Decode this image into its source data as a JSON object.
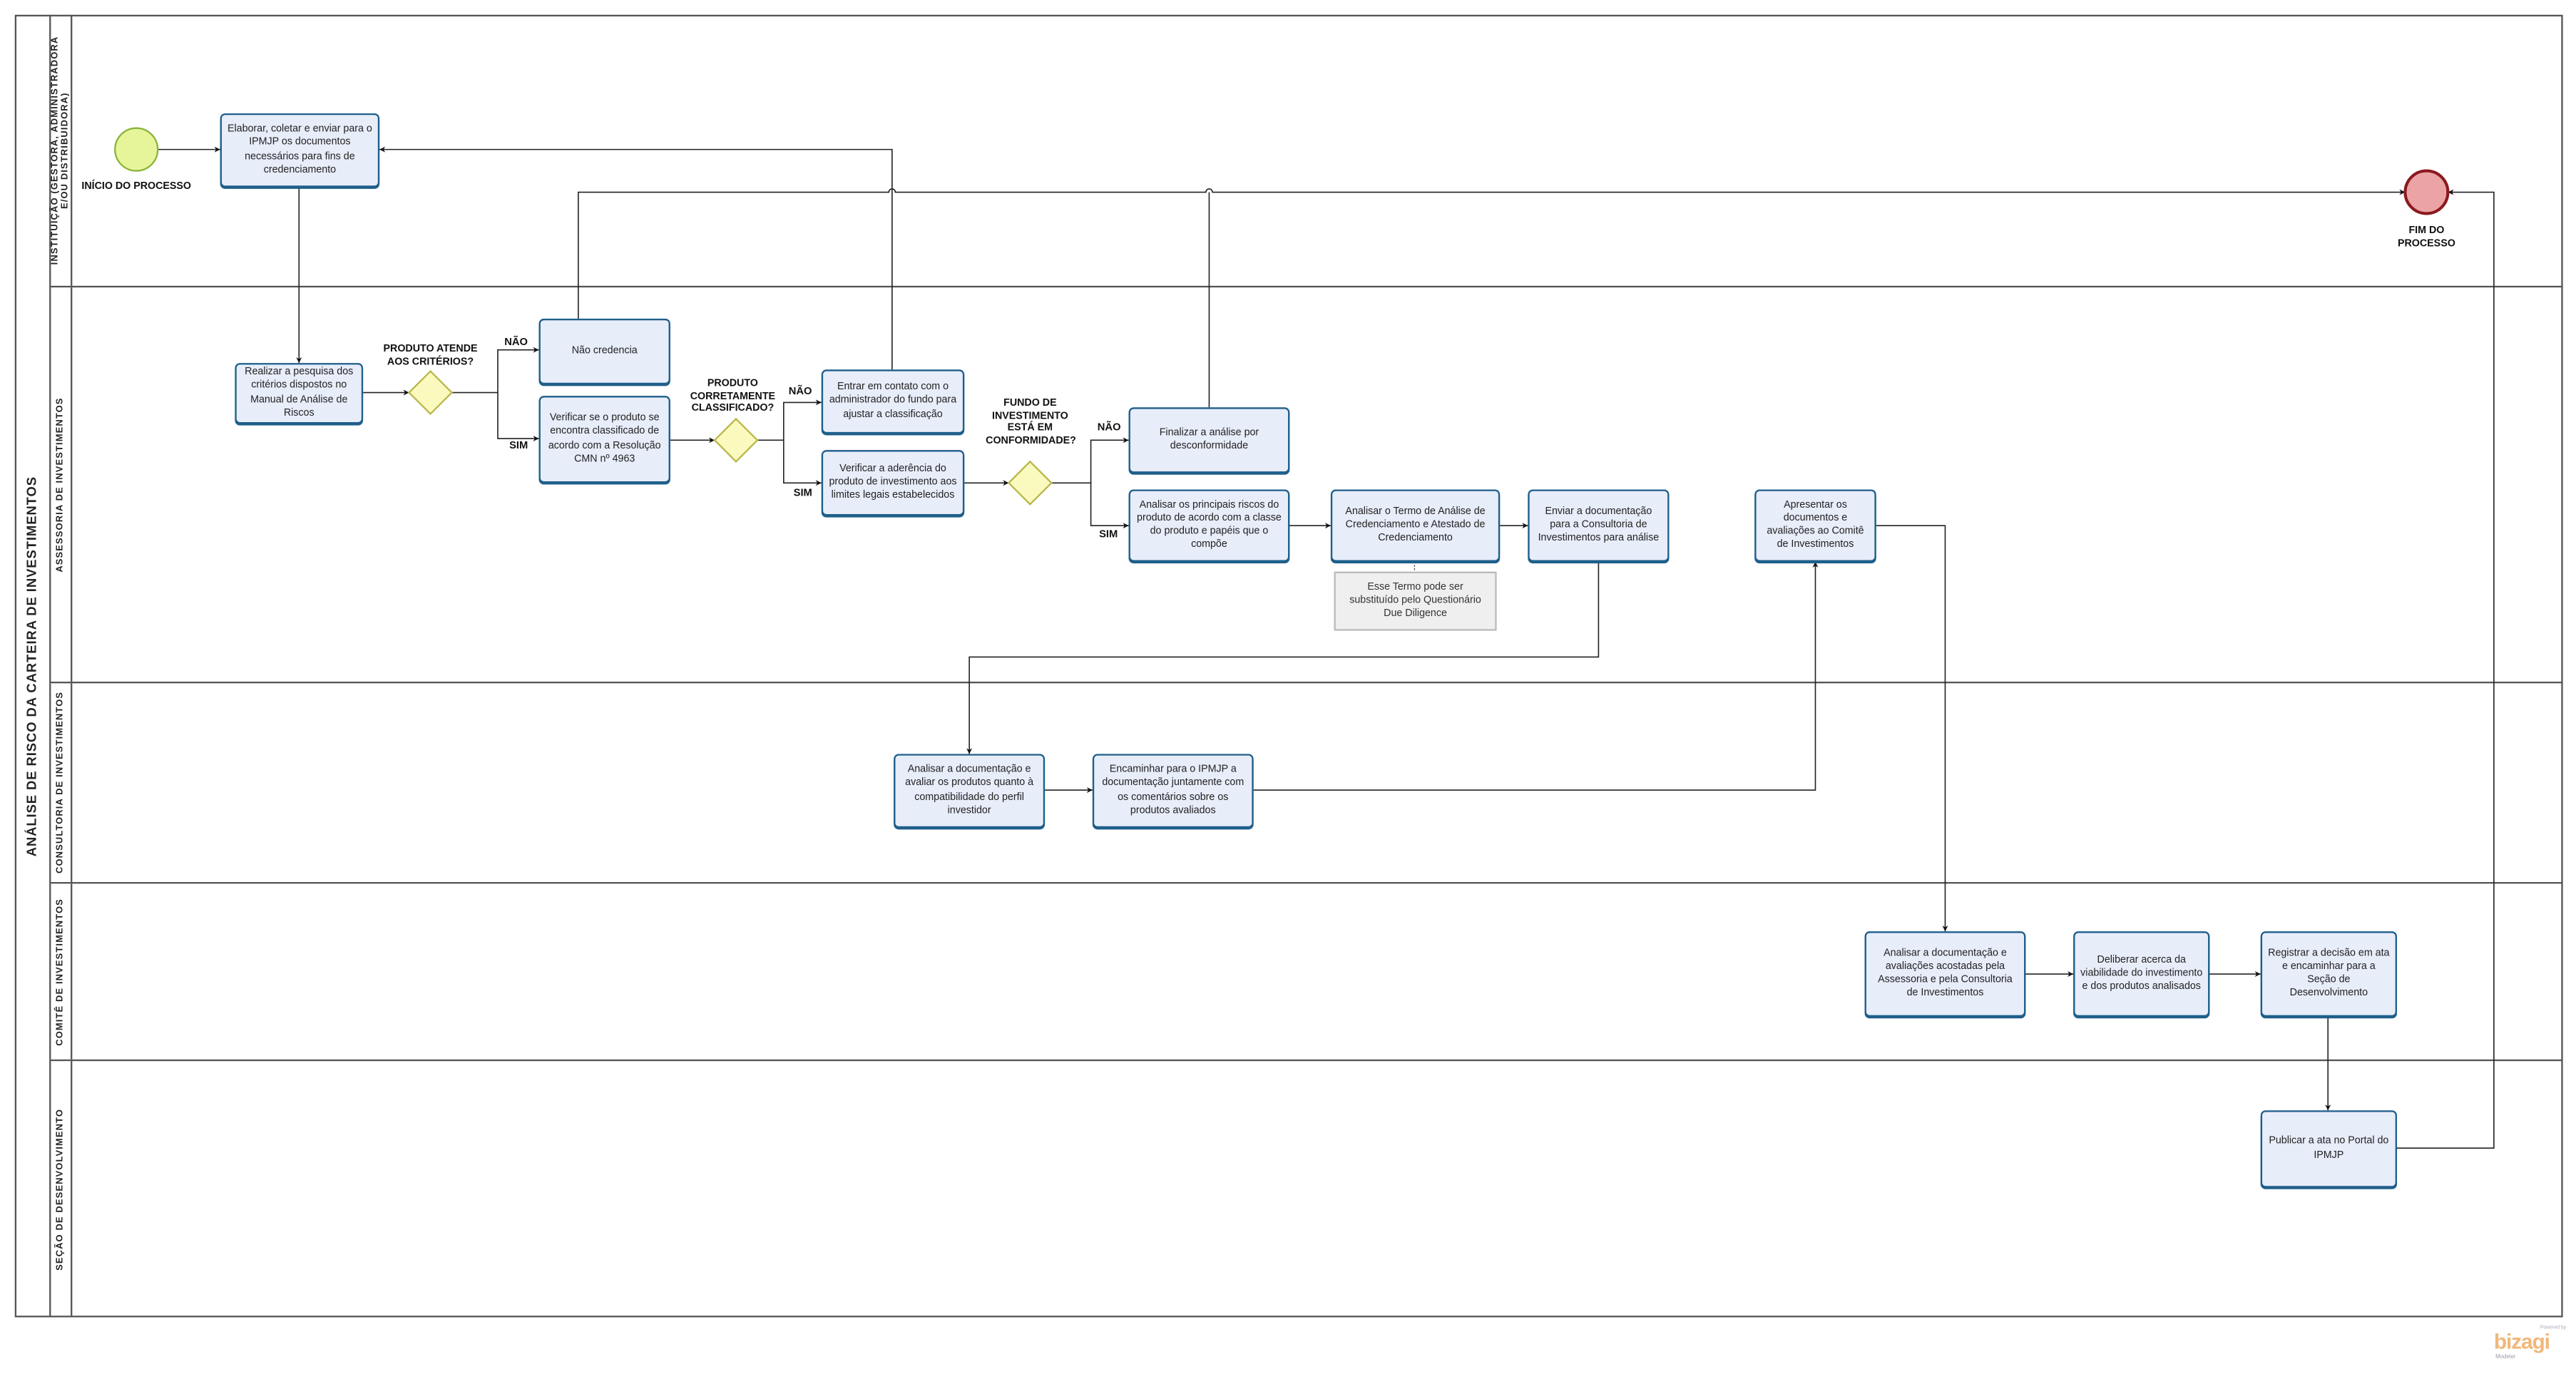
{
  "pool": {
    "title": "ANÁLISE DE RISCO DA CARTEIRA DE INVESTIMENTOS"
  },
  "lanes": [
    {
      "label_line1": "INSTITUIÇÃO (GESTORA, ADMINISTRADORA",
      "label_line2": "E/OU DISTRIBUIDORA)"
    },
    {
      "label": "ASSESSORIA DE INVESTIMENTOS"
    },
    {
      "label": "CONSULTORIA DE INVESTIMENTOS"
    },
    {
      "label": "COMITÊ DE INVESTIMENTOS"
    },
    {
      "label": "SEÇÃO DE DESENVOLVIMENTO"
    }
  ],
  "events": {
    "start": "INÍCIO DO PROCESSO",
    "end": "FIM DO PROCESSO",
    "start_color": "#e6f59a",
    "end_color": "#eba3a6"
  },
  "tasks": {
    "elaborar": "Elaborar, coletar e enviar para o IPMJP os documentos necessários para fins de credenciamento",
    "realizar": "Realizar a pesquisa dos critérios dispostos no Manual de Análise de Riscos",
    "nao_credencia": "Não credencia",
    "verificar_classificacao": "Verificar se o produto se encontra classificado de acordo com a Resolução CMN nº 4963",
    "entrar_contato": "Entrar em contato com o administrador do fundo para ajustar a classificação",
    "verificar_aderencia": "Verificar a aderência do produto de investimento aos limites legais estabelecidos",
    "finalizar": "Finalizar a análise por desconformidade",
    "analisar_riscos": "Analisar os principais riscos do produto de acordo com a classe do produto e papéis que o compõe",
    "analisar_termo": "Analisar o Termo de Análise de Credenciamento e Atestado de Credenciamento",
    "enviar": "Enviar a documentação para a Consultoria de Investimentos para análise",
    "apresentar": "Apresentar os documentos e avaliações ao Comitê de Investimentos",
    "analisar_doc_consultoria": "Analisar a documentação e avaliar os produtos quanto à compatibilidade do perfil investidor",
    "encaminhar": "Encaminhar para o IPMJP a documentação juntamente com os comentários sobre os produtos avaliados",
    "analisar_doc_comite": "Analisar a documentação e avaliações acostadas pela Assessoria e pela Consultoria de Investimentos",
    "deliberar": "Deliberar acerca da viabilidade do investimento e dos produtos analisados",
    "registrar": "Registrar a decisão em ata e encaminhar para a Seção de Desenvolvimento",
    "publicar": "Publicar a ata no Portal do IPMJP"
  },
  "annotation": "Esse Termo pode ser substituído pelo Questionário Due Diligence",
  "gateways": {
    "g1": "PRODUTO ATENDE AOS CRITÉRIOS?",
    "g2": "PRODUTO CORRETAMENTE CLASSIFICADO?",
    "g3": "FUNDO DE INVESTIMENTO ESTÁ EM CONFORMIDADE?"
  },
  "flow_labels": {
    "no": "NÃO",
    "yes": "SIM"
  },
  "logo": {
    "powered": "Powered by",
    "brand": "bizagi",
    "product": "Modeler"
  },
  "colors": {
    "task_fill": "#e8edfa",
    "task_border": "#1f5f8b",
    "gateway_fill": "#fafabf",
    "gateway_border": "#b8b84a"
  }
}
